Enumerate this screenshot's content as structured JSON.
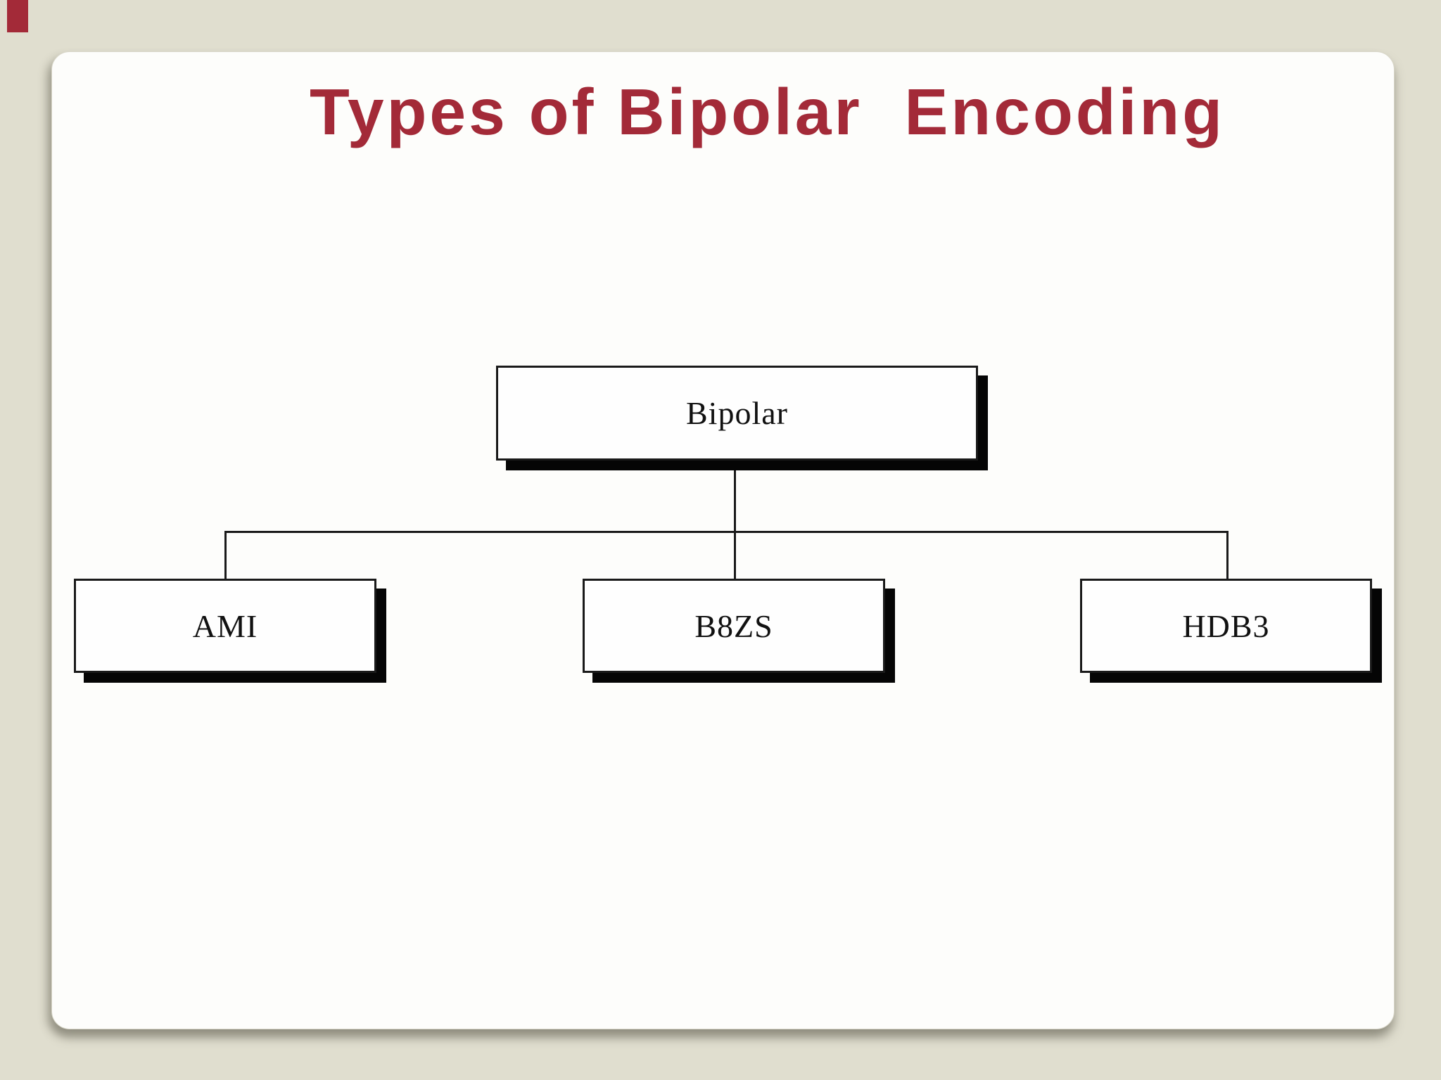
{
  "page": {
    "background_color": "#e0decf",
    "accent_color": "#a32a38"
  },
  "slide": {
    "title": "Types of Bipolar  Encoding",
    "title_color": "#a32a38",
    "card_color": "#fdfdfb"
  },
  "diagram": {
    "type": "tree",
    "root": {
      "id": "bipolar",
      "label": "Bipolar"
    },
    "children": [
      {
        "id": "ami",
        "label": "AMI"
      },
      {
        "id": "b8zs",
        "label": "B8ZS"
      },
      {
        "id": "hdb3",
        "label": "HDB3"
      }
    ],
    "box_fill": "#fefefe",
    "box_border_color": "#1a1a1a",
    "box_shadow_color": "#050505",
    "line_color": "#1a1a1a"
  }
}
